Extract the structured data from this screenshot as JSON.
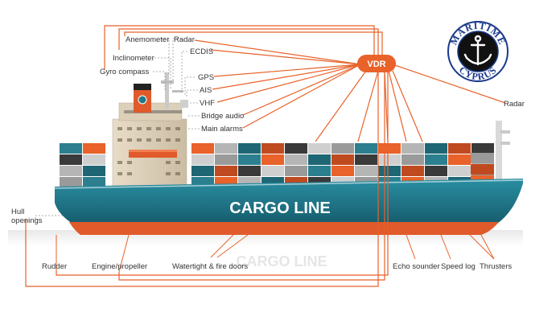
{
  "hub": {
    "label": "VDR"
  },
  "hull_name": "CARGO LINE",
  "hull_reflection": "CARGO LINE",
  "logo": {
    "top_text": "MARITIME",
    "bottom_text": "CYPRUS"
  },
  "top_labels": {
    "anemometer": "Anemometer",
    "radar_mast": "Radar",
    "inclinometer": "Inclinometer",
    "ecdis": "ECDIS",
    "gyro_compass": "Gyro compass",
    "gps": "GPS",
    "ais": "AIS",
    "vhf": "VHF",
    "bridge_audio": "Bridge audio",
    "main_alarms": "Main alarms",
    "radar_right": "Radar"
  },
  "side_labels": {
    "hull_openings": "Hull openings"
  },
  "bottom_labels": {
    "rudder": "Rudder",
    "engine": "Engine/propeller",
    "doors": "Watertight & fire doors",
    "echo": "Echo sounder",
    "speed": "Speed log",
    "thrusters": "Thrusters"
  },
  "colors": {
    "orange": "#e8622a",
    "hull_teal": "#1f7a8c",
    "hull_red": "#e05a2b",
    "logo_navy": "#1a3a8a"
  }
}
